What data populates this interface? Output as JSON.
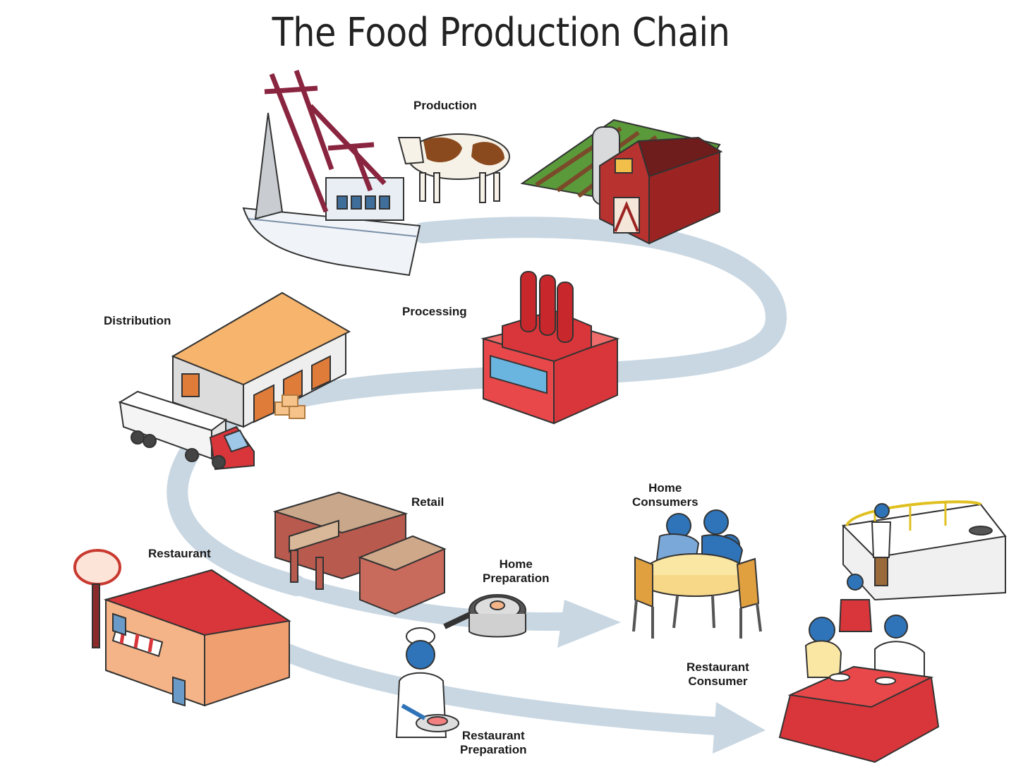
{
  "title": "The Food Production Chain",
  "stages": {
    "production": "Production",
    "processing": "Processing",
    "distribution": "Distribution",
    "retail": "Retail",
    "restaurant": "Restaurant",
    "home_preparation": [
      "Home",
      "Preparation"
    ],
    "home_consumers": [
      "Home",
      "Consumers"
    ],
    "restaurant_preparation": [
      "Restaurant",
      "Preparation"
    ],
    "restaurant_consumer": [
      "Restaurant",
      "Consumer"
    ]
  },
  "colors": {
    "flow_path": "#c9d7e2",
    "barn_red": "#9b2422",
    "factory_red": "#d8363a",
    "warehouse_roof": "#f6b46c",
    "people_blue": "#2f74b8",
    "table_red": "#d8363a"
  }
}
